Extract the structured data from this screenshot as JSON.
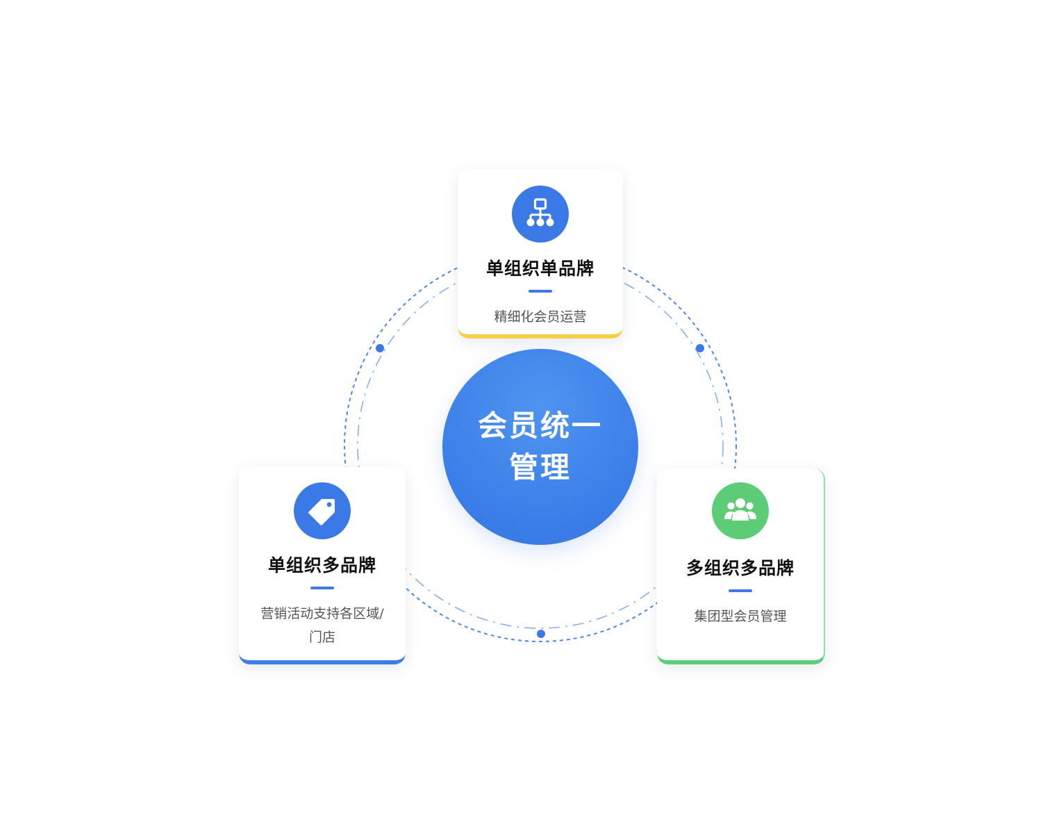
{
  "center": {
    "line1": "会员统一",
    "line2": "管理"
  },
  "cards": {
    "top": {
      "icon": "org-chart-icon",
      "title": "单组织单品牌",
      "desc": "精细化会员运营",
      "accent": "#f6cf45"
    },
    "left": {
      "icon": "tag-icon",
      "title": "单组织多品牌",
      "desc": "营销活动支持各区域/门店",
      "accent": "#3d7de6"
    },
    "right": {
      "icon": "users-group-icon",
      "title": "多组织多品牌",
      "desc": "集团型会员管理",
      "accent": "#5cce79"
    }
  },
  "colors": {
    "primary": "#3b7ae6",
    "green": "#5ccc76",
    "yellow": "#f6cf45"
  }
}
